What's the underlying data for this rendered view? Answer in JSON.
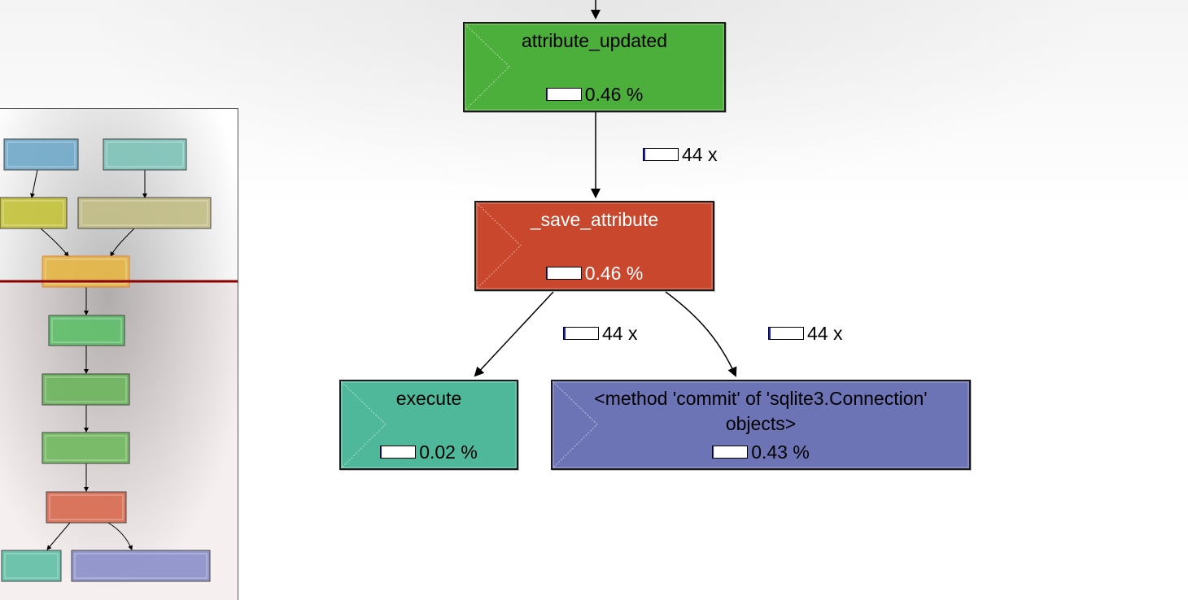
{
  "colors": {
    "attribute_updated": "#4cae3b",
    "save_attribute": "#c9472c",
    "execute": "#4fb89a",
    "commit": "#6d74b6",
    "edge": "#000000"
  },
  "nodes": {
    "attribute_updated": {
      "title": "attribute_updated",
      "pct": "0.46 %",
      "fraction": 0.0046
    },
    "save_attribute": {
      "title": "_save_attribute",
      "pct": "0.46 %",
      "fraction": 0.0046
    },
    "execute": {
      "title": "execute",
      "pct": "0.02 %",
      "fraction": 0.0002
    },
    "commit": {
      "title": "<method 'commit' of 'sqlite3.Connection' objects>",
      "pct": "0.43 %",
      "fraction": 0.0043
    }
  },
  "edges": {
    "updated_to_save": {
      "label": "44 x"
    },
    "save_to_execute": {
      "label": "44 x"
    },
    "save_to_commit": {
      "label": "44 x"
    }
  },
  "minimap": {
    "node_colors": [
      "#6fa9c9",
      "#7ec3b8",
      "#c4c33a",
      "#c2bd85",
      "#e6b644",
      "#5fbf6a",
      "#6cb55c",
      "#70b95e",
      "#d96a4f",
      "#5fbfa5",
      "#8a8fc9"
    ],
    "viewport_color": "#8b0000"
  }
}
